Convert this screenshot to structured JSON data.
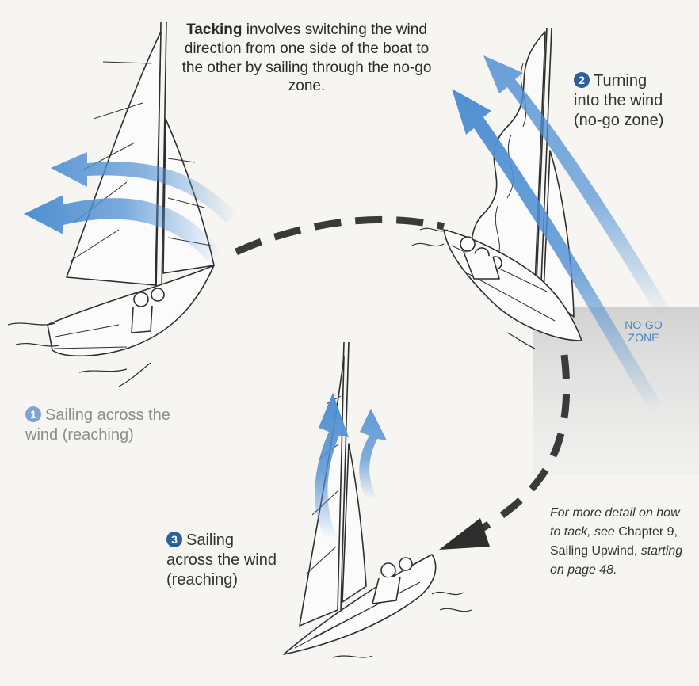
{
  "intro": {
    "term": "Tacking",
    "text": " involves switching the wind direction from one side of the boat to the other by sailing through the no-go zone."
  },
  "steps": [
    {
      "number": "1",
      "line1": "Sailing across the",
      "line2": "wind (reaching)"
    },
    {
      "number": "2",
      "line1": "Turning",
      "line2": "into the wind",
      "line3": "(no-go zone)"
    },
    {
      "number": "3",
      "line1": "Sailing",
      "line2": "across the wind",
      "line3": "(reaching)"
    }
  ],
  "zone_label": {
    "line1": "NO-GO",
    "line2": "ZONE"
  },
  "note": {
    "italic1": "For more detail on how to tack, see",
    "plain": "Chapter 9, Sailing Upwind,",
    "italic2": "starting on page 48."
  },
  "colors": {
    "wind_arrow": "#4f8fd2",
    "number_badge": "#2c5f9e",
    "number_badge_faded": "#7fa4cf",
    "path_dashes": "#3a3a3a",
    "zone_shade": "#dcdcdc",
    "zone_text": "#4d83c0",
    "line_art": "#2e2e2e"
  }
}
